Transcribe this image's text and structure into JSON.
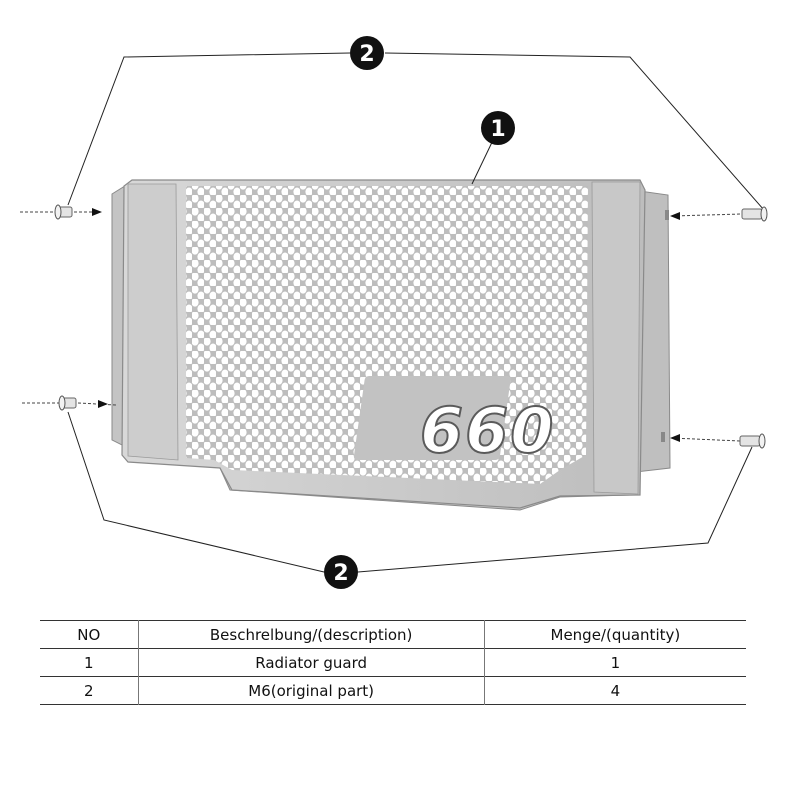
{
  "callouts": {
    "guard": "1",
    "bolts_top": "2",
    "bolts_bottom": "2"
  },
  "logo_text": "660",
  "table": {
    "headers": {
      "no": "NO",
      "description": "Beschrelbung/(description)",
      "quantity": "Menge/(quantity)"
    },
    "rows": [
      {
        "no": "1",
        "description": "Radiator guard",
        "quantity": "1"
      },
      {
        "no": "2",
        "description": "M6(original part)",
        "quantity": "4"
      }
    ]
  },
  "colors": {
    "guard_fill": "#cfcfcf",
    "guard_edge": "#8a8a8a",
    "callout_fill": "#111111"
  }
}
